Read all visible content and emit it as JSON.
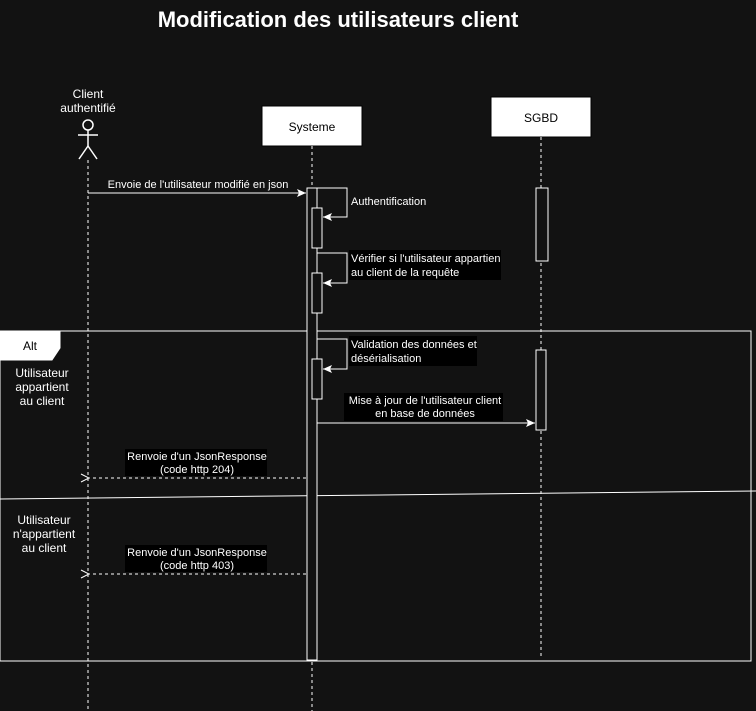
{
  "title": "Modification des utilisateurs client",
  "participants": {
    "client_line1": "Client",
    "client_line2": "authentifié",
    "systeme": "Systeme",
    "sgbd": "SGBD"
  },
  "messages": {
    "m1": "Envoie de l'utilisateur modifié en json",
    "m2": "Authentification",
    "m3_line1": "Vérifier si l'utilisateur appartien",
    "m3_line2": "au client de la requête",
    "m4_line1": "Validation des données et",
    "m4_line2": "désérialisation",
    "m5_line1": "Mise à jour de l'utilisateur client",
    "m5_line2": "en base de données",
    "m6_line1": "Renvoie d'un JsonResponse",
    "m6_line2": "(code http 204)",
    "m7_line1": "Renvoie d'un JsonResponse",
    "m7_line2": "(code http 403)"
  },
  "alt": {
    "label": "Alt",
    "guard1_line1": "Utilisateur",
    "guard1_line2": "appartient",
    "guard1_line3": "au client",
    "guard2_line1": "Utilisateur",
    "guard2_line2": "n'appartient",
    "guard2_line3": "au client"
  }
}
